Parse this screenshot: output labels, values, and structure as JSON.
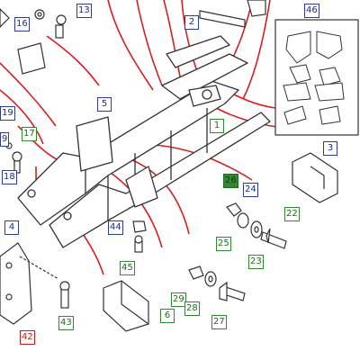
{
  "diagram": {
    "callouts": {
      "c1": "1",
      "c2": "2",
      "c3": "3",
      "c4": "4",
      "c5": "5",
      "c6": "6",
      "c9": "9",
      "c13": "13",
      "c16": "16",
      "c17": "17",
      "c18": "18",
      "c19": "19",
      "c22": "22",
      "c23": "23",
      "c24": "24",
      "c25": "25",
      "c26": "26",
      "c27": "27",
      "c28": "28",
      "c29": "29",
      "c42": "42",
      "c43": "43",
      "c44": "44",
      "c45": "45",
      "c46": "46"
    },
    "colors": {
      "line_art": "#333333",
      "leader_red": "#d61f1f",
      "box_blue": "#2e3b9b",
      "box_green": "#2f8a2f",
      "box_red": "#c21e1e"
    }
  }
}
